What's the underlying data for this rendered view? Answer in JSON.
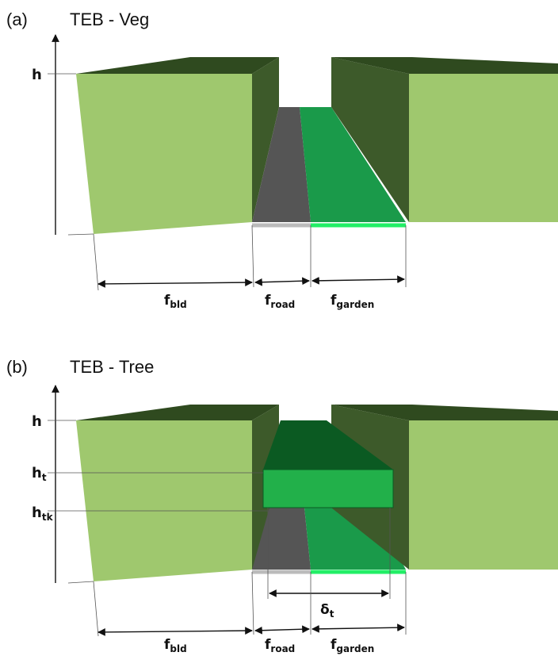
{
  "panels": [
    {
      "label": "(a)",
      "title": "TEB - Veg",
      "heights": {
        "h": "h"
      },
      "dims": {
        "bld": {
          "main": "f",
          "sub": "bld"
        },
        "road": {
          "main": "f",
          "sub": "road"
        },
        "garden": {
          "main": "f",
          "sub": "garden"
        }
      }
    },
    {
      "label": "(b)",
      "title": "TEB - Tree",
      "heights": {
        "h": "h",
        "ht": {
          "main": "h",
          "sub": "t"
        },
        "htk": {
          "main": "h",
          "sub": "tk"
        }
      },
      "dims": {
        "bld": {
          "main": "f",
          "sub": "bld"
        },
        "road": {
          "main": "f",
          "sub": "road"
        },
        "garden": {
          "main": "f",
          "sub": "garden"
        },
        "delta": {
          "main": "δ",
          "sub": "t"
        }
      }
    }
  ],
  "colors": {
    "building_front": "#9fc86e",
    "building_top": "#2f4a1f",
    "building_side": "#3d5a2a",
    "road": "#555555",
    "garden": "#1a9a4a",
    "tree_top": "#0b5a22",
    "tree_front": "#22b04a"
  }
}
